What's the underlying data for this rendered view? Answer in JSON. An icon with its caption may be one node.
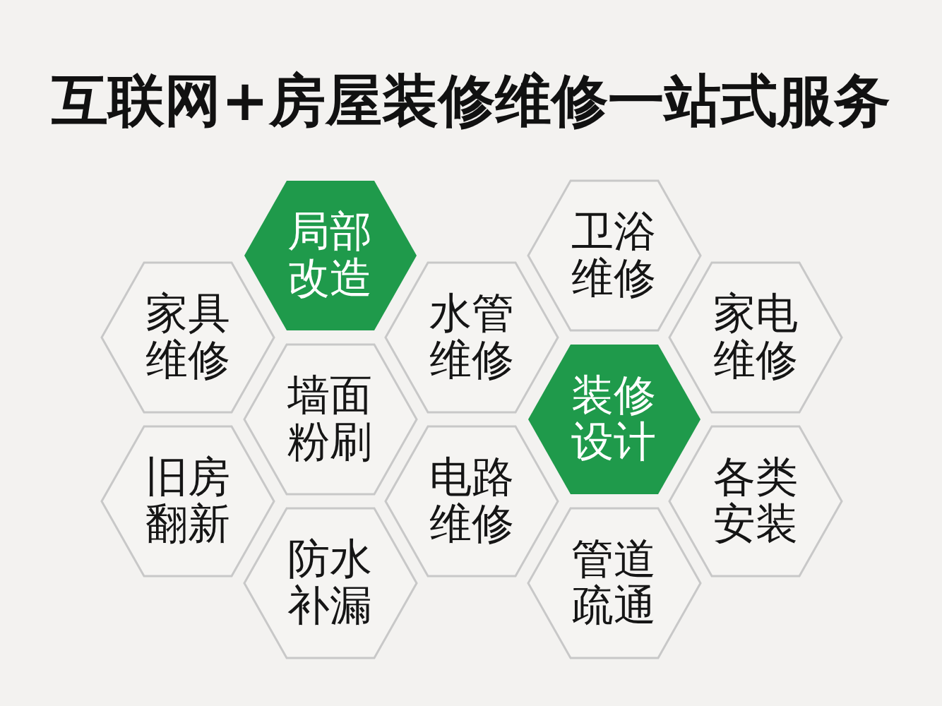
{
  "diagram": {
    "title": "互联网+房屋装修维修一站式服务",
    "nodes": [
      {
        "text": [
          "局部改造"
        ]
      },
      {
        "text": [
          "卫浴维修"
        ]
      },
      {
        "text": [
          "家具维修"
        ]
      },
      {
        "text": [
          "水管维修"
        ]
      },
      {
        "text": [
          "家电维修"
        ]
      },
      {
        "text": [
          "墙面粉刷"
        ]
      },
      {
        "text": [
          "装修设计"
        ]
      },
      {
        "text": [
          "旧房翻新"
        ]
      },
      {
        "text": [
          "电路维修"
        ]
      },
      {
        "text": [
          "各类安装"
        ]
      },
      {
        "text": [
          "防水补漏"
        ]
      },
      {
        "text": [
          "管道疏通"
        ]
      }
    ]
  }
}
